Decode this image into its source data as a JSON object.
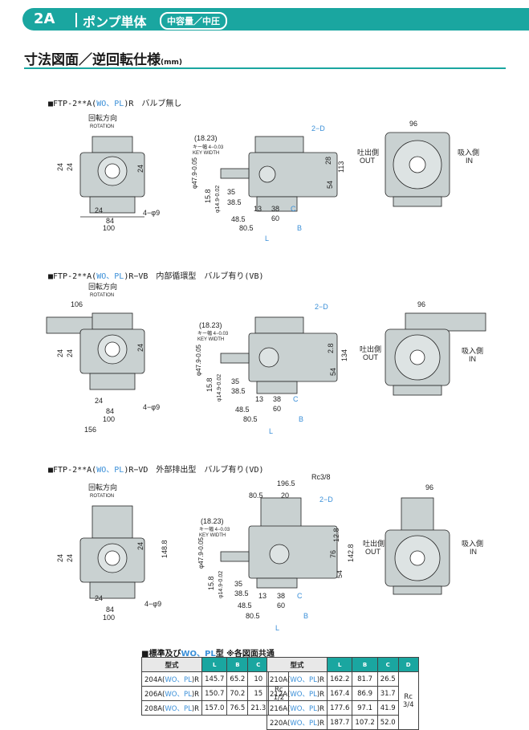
{
  "header": {
    "number": "2A",
    "title": "ポンプ単体",
    "badge": "中容量／中圧"
  },
  "section": {
    "title": "寸法図面／逆回転仕様",
    "unit": "(mm)"
  },
  "colors": {
    "accent": "#1aa6a0",
    "dim_blue": "#3a8fd8",
    "body": "#c9d1d1"
  },
  "drawings": [
    {
      "prefix": "■FTP-2**A(",
      "wo_pl": "WO、PL",
      "suffix": ")R　バルブ無し",
      "rotation_jp": "回転方向",
      "rotation_en": "ROTATION",
      "front": {
        "dims": [
          "24",
          "24",
          "24",
          "24",
          "84",
          "100",
          "4−φ9"
        ],
        "extra_width": "",
        "extra_height": ""
      },
      "side": {
        "d1": "(18.23)",
        "key_label": "キー幅 4−0.03",
        "key_width": "KEY WIDTH",
        "phi47": "φ47.9-0.05",
        "phi14": "φ14.9-0.02",
        "d15": "15.8",
        "d35": "35",
        "d38": "38.5",
        "d48": "48.5",
        "d80": "80.5",
        "d13": "13",
        "d38b": "38",
        "d60": "60",
        "C": "C",
        "L": "L",
        "B": "B",
        "D": "2−D",
        "h28": "28",
        "h54": "54",
        "h113": "113",
        "h2": ""
      },
      "right": {
        "w96": "96",
        "out_jp": "吐出側",
        "out": "OUT",
        "in_jp": "吸入側",
        "in": "IN"
      }
    },
    {
      "prefix": "■FTP-2**A(",
      "wo_pl": "WO、PL",
      "suffix": ")R−VB　内部循環型　バルブ有り(VB)",
      "rotation_jp": "回転方向",
      "rotation_en": "ROTATION",
      "front": {
        "dims": [
          "24",
          "24",
          "24",
          "24",
          "84",
          "100",
          "4−φ9"
        ],
        "extra_width": "106",
        "extra_height": "156"
      },
      "side": {
        "d1": "(18.23)",
        "key_label": "キー幅 4−0.03",
        "key_width": "KEY WIDTH",
        "phi47": "φ47.9-0.05",
        "phi14": "φ14.9-0.02",
        "d15": "15.8",
        "d35": "35",
        "d38": "38.5",
        "d48": "48.5",
        "d80": "80.5",
        "d13": "13",
        "d38b": "38",
        "d60": "60",
        "C": "C",
        "L": "L",
        "B": "B",
        "D": "2−D",
        "h28": "2.8",
        "h54": "54",
        "h113": "134",
        "h2": ""
      },
      "right": {
        "w96": "96",
        "out_jp": "吐出側",
        "out": "OUT",
        "in_jp": "吸入側",
        "in": "IN"
      }
    },
    {
      "prefix": "■FTP-2**A(",
      "wo_pl": "WO、PL",
      "suffix": ")R−VD　外部排出型　バルブ有り(VD)",
      "rotation_jp": "回転方向",
      "rotation_en": "ROTATION",
      "front": {
        "dims": [
          "24",
          "24",
          "24",
          "24",
          "84",
          "100",
          "4−φ9"
        ],
        "extra_width": "",
        "extra_height": "148.8"
      },
      "side": {
        "d1": "(18.23)",
        "key_label": "キー幅 4−0.03",
        "key_width": "KEY WIDTH",
        "phi47": "φ47.9-0.05",
        "phi14": "φ14.9-0.02",
        "d15": "15.8",
        "d35": "35",
        "d38": "38.5",
        "d48": "48.5",
        "d80": "80.5",
        "d13": "13",
        "d38b": "38",
        "d60": "60",
        "C": "C",
        "L": "L",
        "B": "B",
        "D": "2−D",
        "h28": "12.8",
        "h54": "54",
        "h113": "142.8",
        "h2": "20",
        "top196": "196.5",
        "top80": "80.5",
        "rc": "Rc3/8",
        "h76": "76"
      },
      "right": {
        "w96": "96",
        "out_jp": "吐出側",
        "out": "OUT",
        "in_jp": "吸入側",
        "in": "IN"
      }
    }
  ],
  "table": {
    "title_pre": "■標準及び",
    "title_wo": "WO、PL",
    "title_post": "型 ※各図面共通",
    "headers": [
      "型式",
      "L",
      "B",
      "C",
      "D"
    ],
    "left_rows": [
      {
        "model_pre": "204A(",
        "model_wo": "WO、PL",
        "model_post": ")R",
        "L": "145.7",
        "B": "65.2",
        "C": "10"
      },
      {
        "model_pre": "206A(",
        "model_wo": "WO、PL",
        "model_post": ")R",
        "L": "150.7",
        "B": "70.2",
        "C": "15"
      },
      {
        "model_pre": "208A(",
        "model_wo": "WO、PL",
        "model_post": ")R",
        "L": "157.0",
        "B": "76.5",
        "C": "21.3"
      }
    ],
    "left_D": "Rc 1/2",
    "right_rows": [
      {
        "model_pre": "210A(",
        "model_wo": "WO、PL",
        "model_post": ")R",
        "L": "162.2",
        "B": "81.7",
        "C": "26.5"
      },
      {
        "model_pre": "212A(",
        "model_wo": "WO、PL",
        "model_post": ")R",
        "L": "167.4",
        "B": "86.9",
        "C": "31.7"
      },
      {
        "model_pre": "216A(",
        "model_wo": "WO、PL",
        "model_post": ")R",
        "L": "177.6",
        "B": "97.1",
        "C": "41.9"
      },
      {
        "model_pre": "220A(",
        "model_wo": "WO、PL",
        "model_post": ")R",
        "L": "187.7",
        "B": "107.2",
        "C": "52.0"
      }
    ],
    "right_D": "Rc 3/4"
  }
}
